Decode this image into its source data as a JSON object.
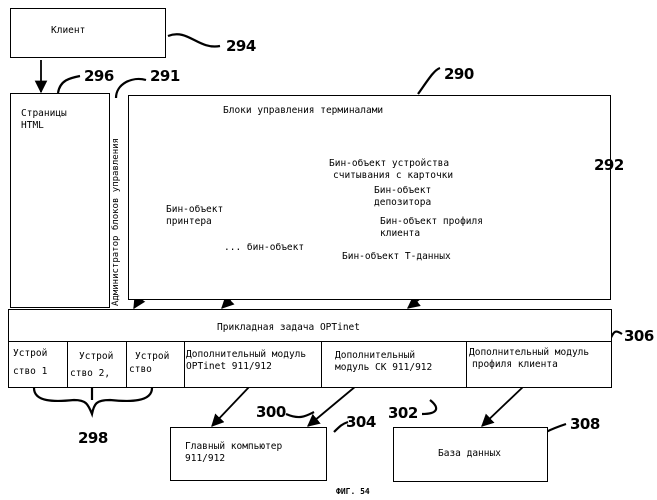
{
  "nodes": {
    "client": "Клиент",
    "html_pages": [
      "Страницы",
      "HTML"
    ],
    "admin": "Администратор блоков управления",
    "terminal_blocks": "Блоки управления терминалами",
    "card_reader_bean": [
      "Бин-объект устройства",
      "считывания с карточки"
    ],
    "depositor_bean": [
      "Бин-объект",
      "депозитора"
    ],
    "profile_bean": [
      "Бин-объект профиля",
      "клиента"
    ],
    "tdata_bean": "Бин-объект Т-данных",
    "printer_bean": [
      "Бин-объект",
      "принтера"
    ],
    "other_bean": "... бин-объект",
    "app": "Прикладная задача OPTinet",
    "device1": [
      "Устрой",
      "ство 1"
    ],
    "device2": [
      "Устрой",
      "ство 2,"
    ],
    "device3": [
      "Устрой",
      "ство"
    ],
    "module_optinet": [
      "Дополнительный модуль",
      "OPTinet 911/912"
    ],
    "module_ck": [
      "Дополнительный",
      "модуль CK 911/912"
    ],
    "module_profile": [
      "Дополнительный модуль",
      "профиля клиента"
    ],
    "host": [
      "Главный компьютер",
      "911/912"
    ],
    "database": "База данных"
  },
  "refs": {
    "r294": "294",
    "r296": "296",
    "r291": "291",
    "r290": "290",
    "r292": "292",
    "r306": "306",
    "r298": "298",
    "r300": "300",
    "r302": "302",
    "r304": "304",
    "r308": "308"
  },
  "caption": "ФИГ. 54"
}
